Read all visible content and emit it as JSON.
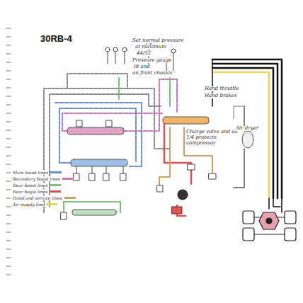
{
  "diagram": {
    "title": "30RB-4",
    "labels": [
      "Set normal pressure",
      "at maximum",
      "44/52",
      "Pressure gauge",
      "lit and",
      "on front chassis",
      "Hand throttle",
      "Hand brakes",
      "Charge valve and oil",
      "1/4 protects",
      "compressor",
      "Air dryer"
    ],
    "legend": [
      {
        "text": "Main boost lines",
        "color": "#6a8fc8"
      },
      {
        "text": "Secondary boost lines",
        "color": "#c07ab8"
      },
      {
        "text": "Rear boost lines",
        "color": "#7bbf7b"
      },
      {
        "text": "Rear bogie lines",
        "color": "#d9534f"
      },
      {
        "text": "Hand and service lines",
        "color": "#c9a26b"
      },
      {
        "text": "Air supply line",
        "color": "#e8d84a"
      }
    ]
  }
}
